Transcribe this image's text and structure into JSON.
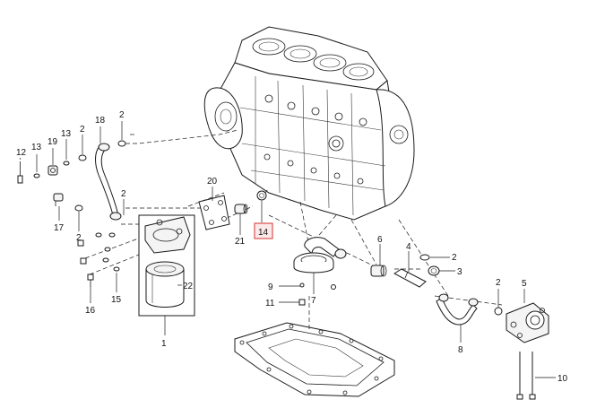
{
  "callouts": {
    "c1": "1",
    "c2a": "2",
    "c2b": "2",
    "c2c": "2",
    "c2d": "2",
    "c2e": "2",
    "c2f": "2",
    "c3": "3",
    "c4": "4",
    "c5": "5",
    "c6": "6",
    "c7": "7",
    "c8": "8",
    "c9": "9",
    "c10": "10",
    "c11": "11",
    "c12": "12",
    "c13a": "13",
    "c13b": "13",
    "c14": "14",
    "c15": "15",
    "c16": "16",
    "c17": "17",
    "c18": "18",
    "c19": "19",
    "c20": "20",
    "c21": "21",
    "c22": "22"
  },
  "highlighted_callout": "14",
  "colors": {
    "line": "#1a1a1a",
    "highlight_border": "#d9534f",
    "highlight_fill": "#fbe9e9"
  }
}
